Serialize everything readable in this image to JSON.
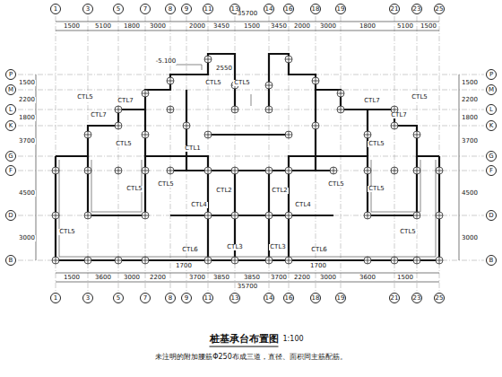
{
  "diagram": {
    "title": "桩基承台布置图",
    "caption": "未注明的附加腰筋Φ250布成三道，直径、面积同主筋配筋。",
    "nodes": [
      {
        "text": [
          "1"
        ]
      },
      {
        "text": [
          "3"
        ]
      },
      {
        "text": [
          "5"
        ]
      },
      {
        "text": [
          "7"
        ]
      },
      {
        "text": [
          "8"
        ]
      },
      {
        "text": [
          "9"
        ]
      },
      {
        "text": [
          "11"
        ]
      },
      {
        "text": [
          "13"
        ]
      },
      {
        "text": [
          "14"
        ]
      },
      {
        "text": [
          "16"
        ]
      },
      {
        "text": [
          "18"
        ]
      },
      {
        "text": [
          "19"
        ]
      },
      {
        "text": [
          "21"
        ]
      },
      {
        "text": [
          "23"
        ]
      },
      {
        "text": [
          "25"
        ]
      },
      {
        "text": [
          "1"
        ]
      },
      {
        "text": [
          "3"
        ]
      },
      {
        "text": [
          "5"
        ]
      },
      {
        "text": [
          "7"
        ]
      },
      {
        "text": [
          "8"
        ]
      },
      {
        "text": [
          "9"
        ]
      },
      {
        "text": [
          "11"
        ]
      },
      {
        "text": [
          "13"
        ]
      },
      {
        "text": [
          "14"
        ]
      },
      {
        "text": [
          "16"
        ]
      },
      {
        "text": [
          "18"
        ]
      },
      {
        "text": [
          "19"
        ]
      },
      {
        "text": [
          "21"
        ]
      },
      {
        "text": [
          "23"
        ]
      },
      {
        "text": [
          "25"
        ]
      },
      {
        "text": [
          "P"
        ]
      },
      {
        "text": [
          "M"
        ]
      },
      {
        "text": [
          "L"
        ]
      },
      {
        "text": [
          "K"
        ]
      },
      {
        "text": [
          "G"
        ]
      },
      {
        "text": [
          "F"
        ]
      },
      {
        "text": [
          "D"
        ]
      },
      {
        "text": [
          "B"
        ]
      },
      {
        "text": [
          "P"
        ]
      },
      {
        "text": [
          "M"
        ]
      },
      {
        "text": [
          "L"
        ]
      },
      {
        "text": [
          "K"
        ]
      },
      {
        "text": [
          "G"
        ]
      },
      {
        "text": [
          "F"
        ]
      },
      {
        "text": [
          "D"
        ]
      },
      {
        "text": [
          "B"
        ]
      }
    ],
    "labels": [
      "35700",
      "1500",
      "5100",
      "1800",
      "3000",
      "2000",
      "3450",
      "1500",
      "3450",
      "2000",
      "3000",
      "1800",
      "5100",
      "1500",
      "35700",
      "1500",
      "3600",
      "3000",
      "2200",
      "3700",
      "3850",
      "3850",
      "3700",
      "2200",
      "3000",
      "3600",
      "1500",
      "1500",
      "2200",
      "1800",
      "3700",
      "4500",
      "3000",
      "1500",
      "2200",
      "1800",
      "3700",
      "4500",
      "3000",
      "CTL5",
      "CTL5",
      "CTL5",
      "CTL5",
      "CTL5",
      "CTL5",
      "CTL5",
      "CTL5",
      "CTL5",
      "CTL5",
      "CTL5",
      "CTL5",
      "CTL7",
      "CTL7",
      "CTL7",
      "CTL7",
      "CTL1",
      "CTL2",
      "CTL2",
      "CTL3",
      "CTL3",
      "CTL4",
      "CTL4",
      "CTL6",
      "CTL6",
      "-5.100",
      "2550",
      "1700",
      "1700",
      "1:100"
    ]
  }
}
